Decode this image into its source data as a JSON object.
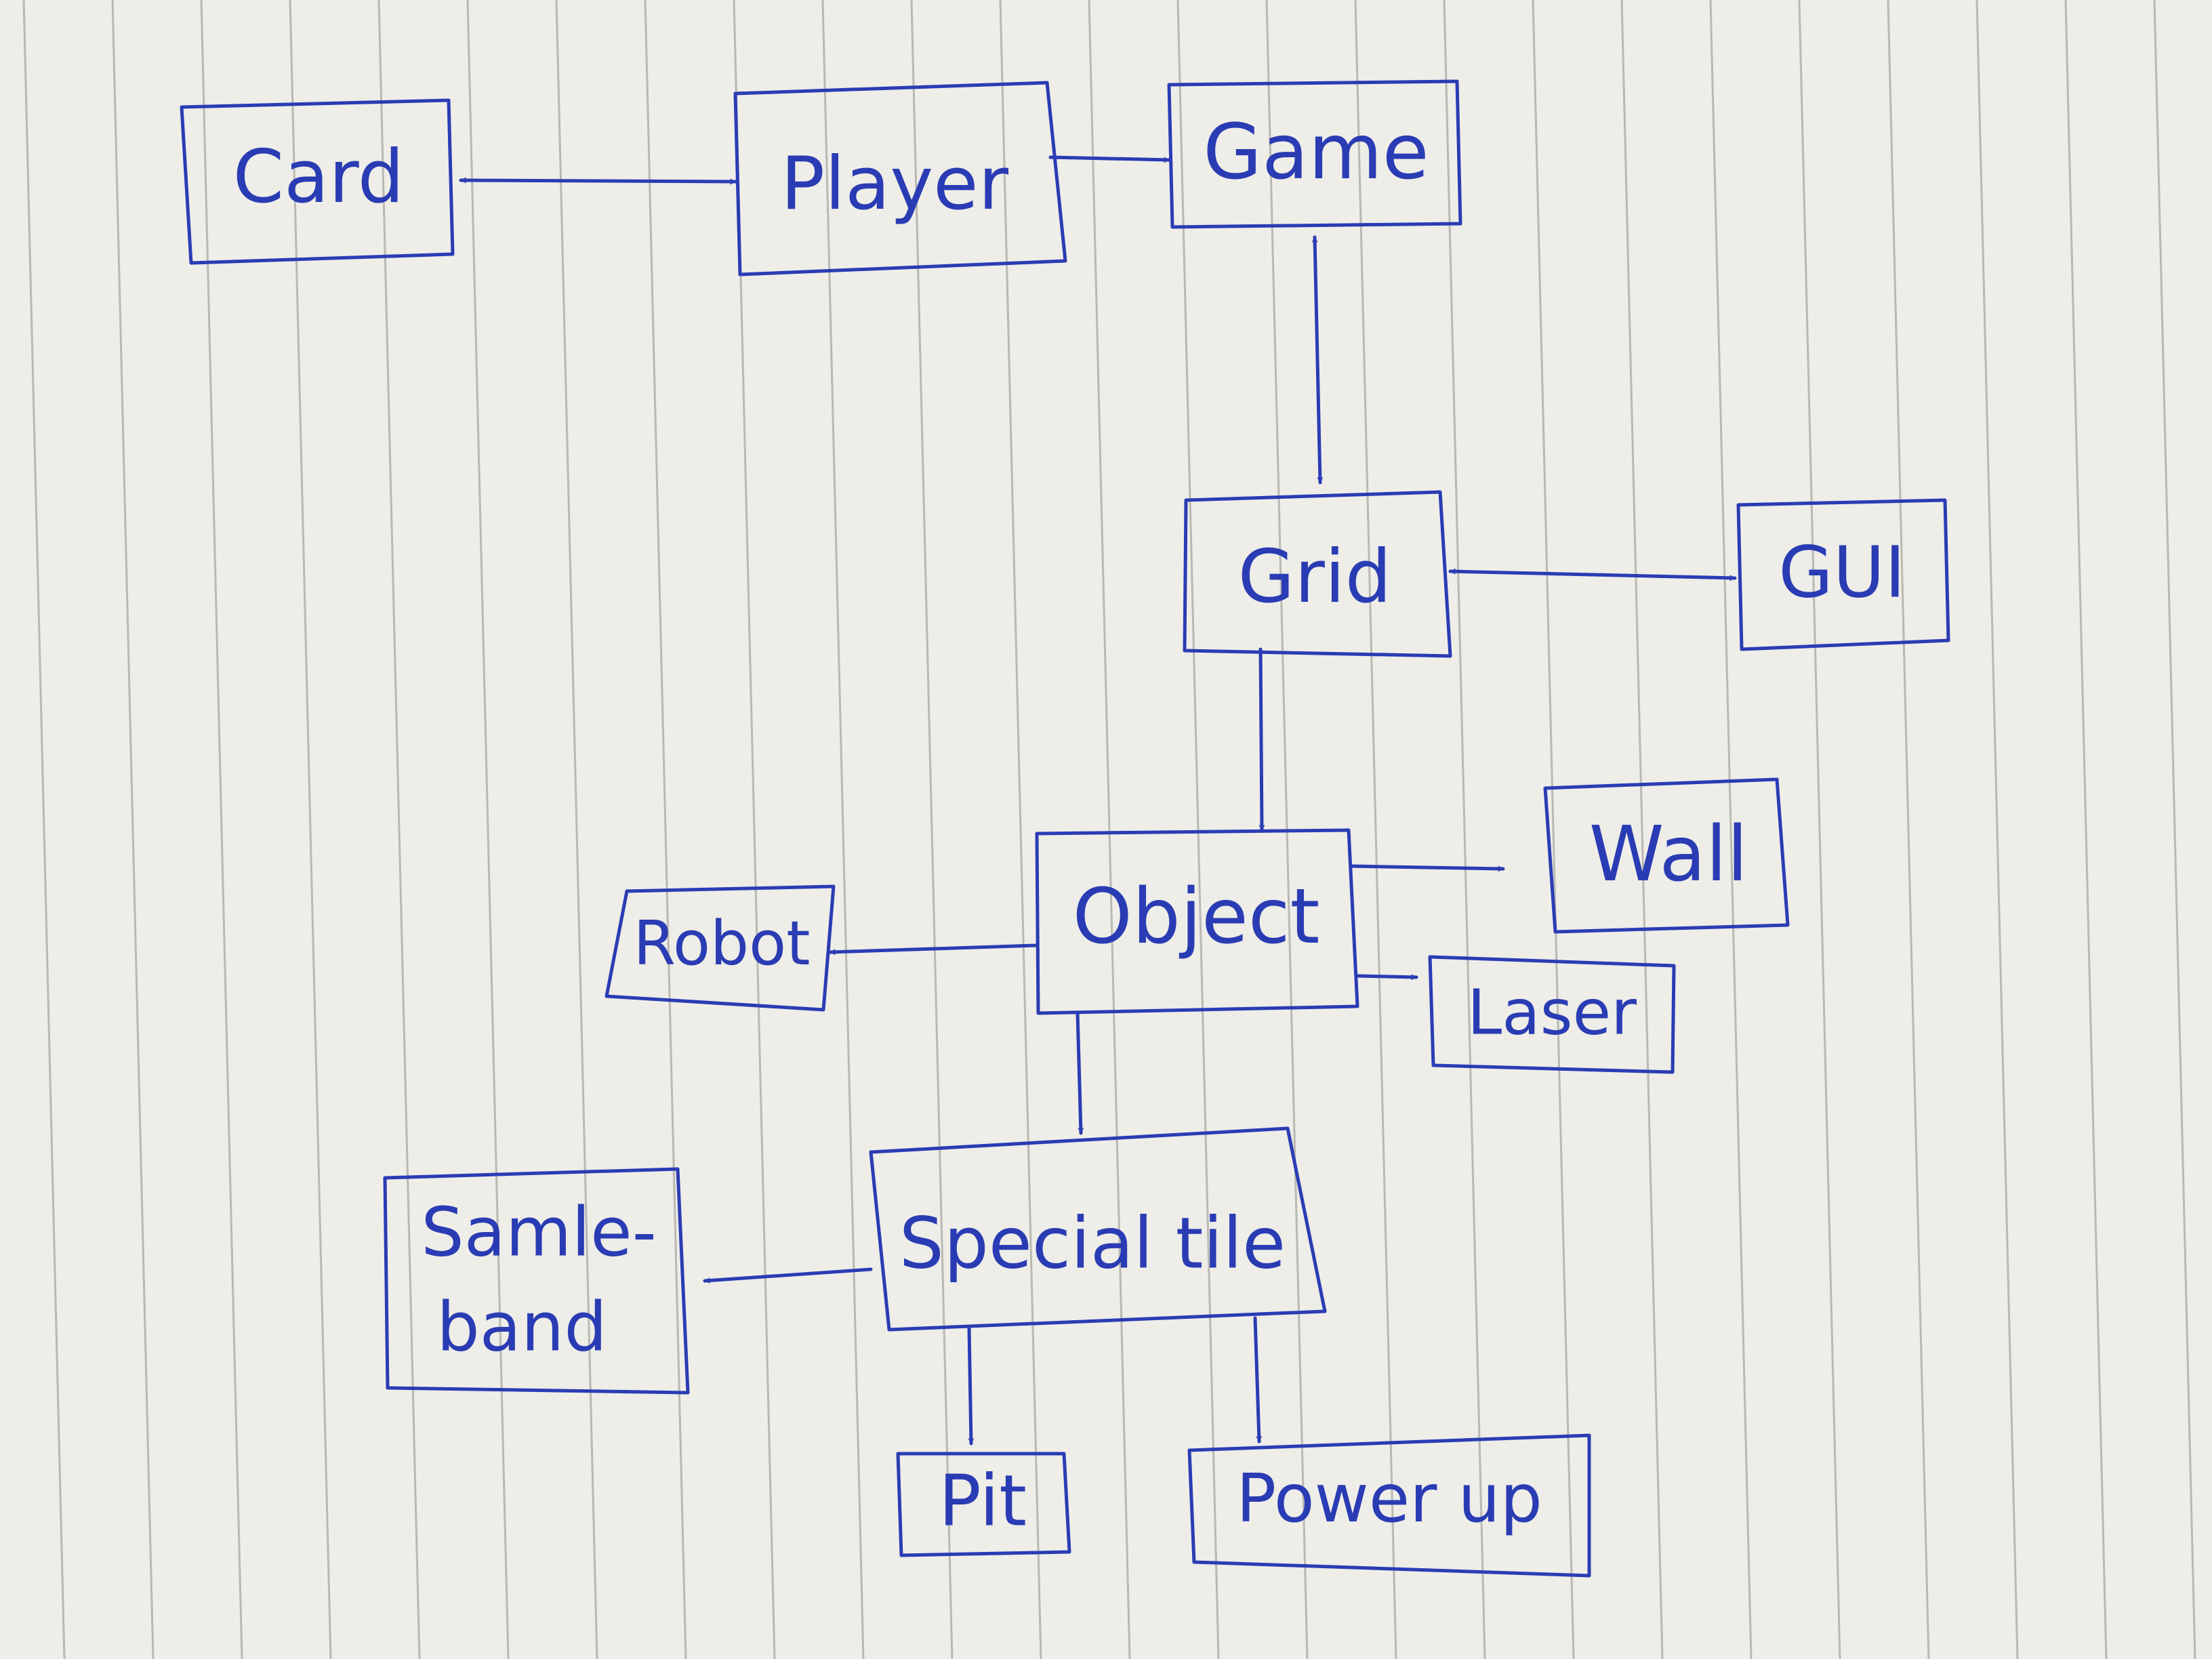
{
  "colors": {
    "ink": "#2a3cb4",
    "paper": "#eeede8",
    "rule": "#b9b8b2"
  },
  "nodes": {
    "card": {
      "label": "Card"
    },
    "player": {
      "label": "Player"
    },
    "game": {
      "label": "Game"
    },
    "grid": {
      "label": "Grid"
    },
    "gui": {
      "label": "GUI"
    },
    "object": {
      "label": "Object"
    },
    "wall": {
      "label": "Wall"
    },
    "robot": {
      "label": "Robot"
    },
    "laser": {
      "label": "Laser"
    },
    "special_tile": {
      "label": "Special tile"
    },
    "samleband": {
      "label_line1": "Samle-",
      "label_line2": "band"
    },
    "pit": {
      "label": "Pit"
    },
    "power_up": {
      "label": "Power up"
    }
  },
  "edges": [
    {
      "from": "card",
      "to": "player",
      "direction": "both"
    },
    {
      "from": "player",
      "to": "game",
      "direction": "both"
    },
    {
      "from": "game",
      "to": "grid",
      "direction": "both"
    },
    {
      "from": "grid",
      "to": "gui",
      "direction": "both"
    },
    {
      "from": "grid",
      "to": "object",
      "direction": "forward"
    },
    {
      "from": "object",
      "to": "wall",
      "direction": "forward"
    },
    {
      "from": "object",
      "to": "robot",
      "direction": "forward"
    },
    {
      "from": "object",
      "to": "laser",
      "direction": "forward"
    },
    {
      "from": "object",
      "to": "special_tile",
      "direction": "forward"
    },
    {
      "from": "special_tile",
      "to": "samleband",
      "direction": "forward"
    },
    {
      "from": "special_tile",
      "to": "pit",
      "direction": "forward"
    },
    {
      "from": "special_tile",
      "to": "power_up",
      "direction": "forward"
    }
  ]
}
